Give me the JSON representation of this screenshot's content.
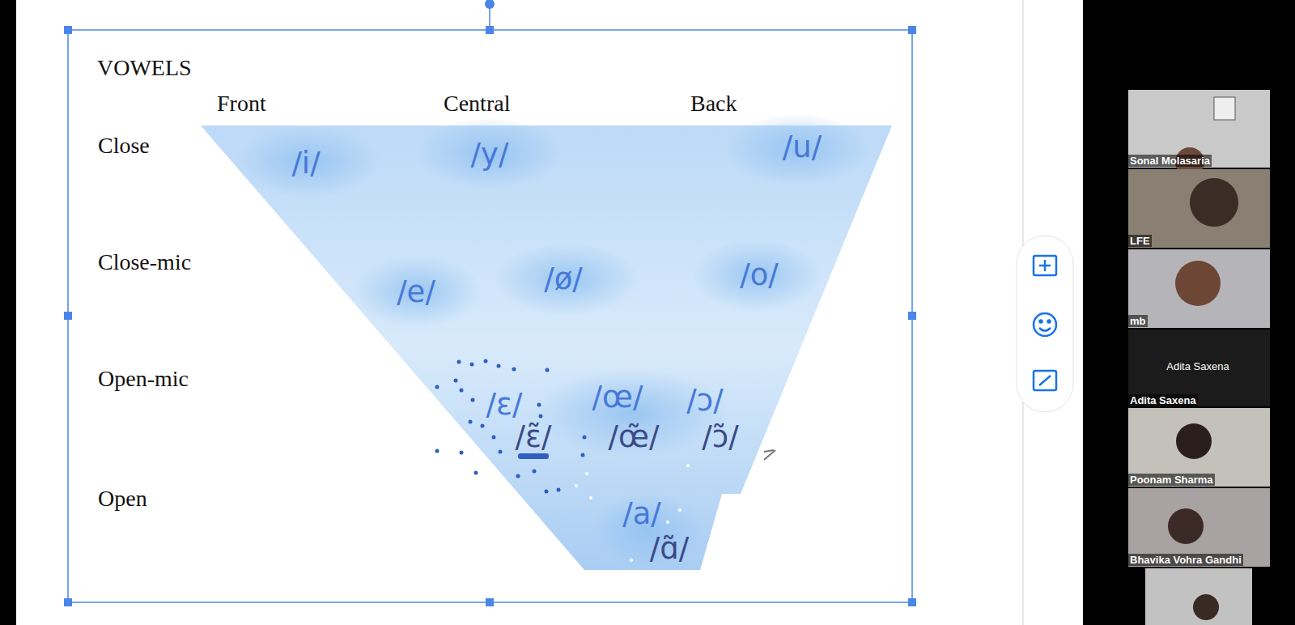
{
  "diagram": {
    "title": "VOWELS",
    "labels": [
      "Front",
      "Central",
      "Back",
      "Close",
      "Close-mic",
      "Open-mic",
      "Open",
      "/i/",
      "/y/",
      "/u/",
      "/e/",
      "/ø/",
      "/o/",
      "/ɛ/",
      "/œ/",
      "/ɔ/",
      "/ɛ̃/",
      "/œ̃/",
      "/ɔ̃/",
      "/a/",
      "/ɑ̃/",
      "Sonal Molasaria",
      "LFE",
      "mb",
      "Adita Saxena",
      "Adita Saxena",
      "Poonam Sharma",
      "Bhavika Vohra Gandhi"
    ]
  }
}
